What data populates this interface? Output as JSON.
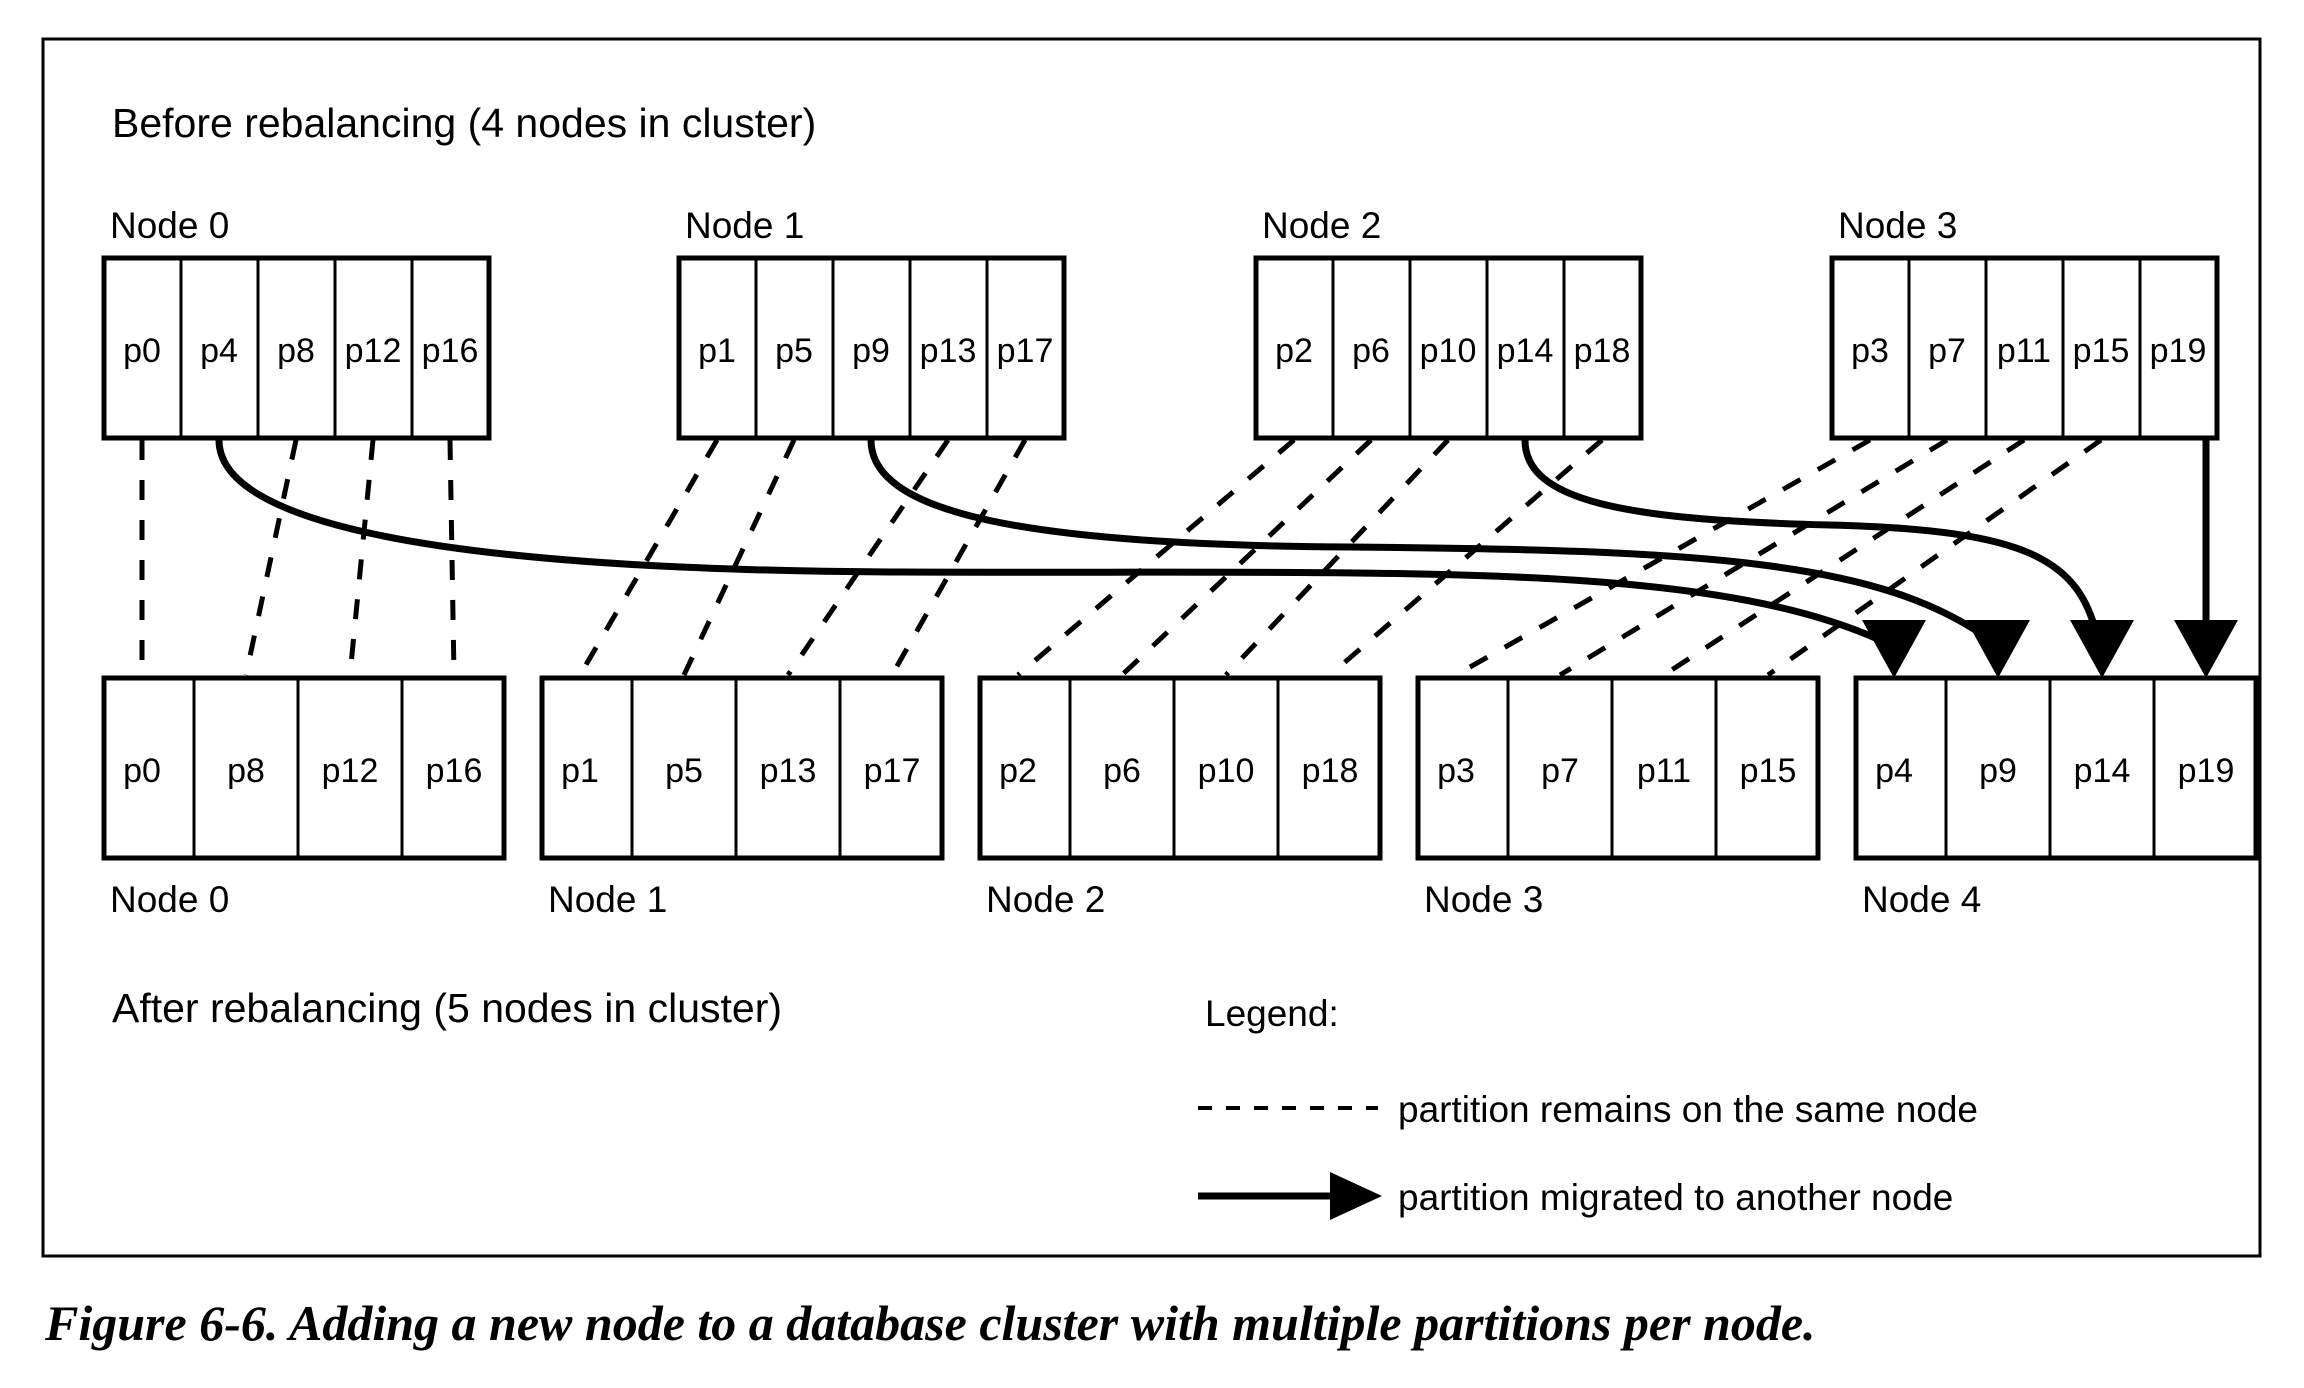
{
  "figure": {
    "caption": "Figure 6-6. Adding a new node to a database cluster with multiple partitions per node.",
    "before_heading": "Before rebalancing (4 nodes in cluster)",
    "after_heading": "After rebalancing (5 nodes in cluster)"
  },
  "before": {
    "nodes": [
      {
        "label": "Node 0",
        "partitions": [
          "p0",
          "p4",
          "p8",
          "p12",
          "p16"
        ]
      },
      {
        "label": "Node 1",
        "partitions": [
          "p1",
          "p5",
          "p9",
          "p13",
          "p17"
        ]
      },
      {
        "label": "Node 2",
        "partitions": [
          "p2",
          "p6",
          "p10",
          "p14",
          "p18"
        ]
      },
      {
        "label": "Node 3",
        "partitions": [
          "p3",
          "p7",
          "p11",
          "p15",
          "p19"
        ]
      }
    ]
  },
  "after": {
    "nodes": [
      {
        "label": "Node 0",
        "partitions": [
          "p0",
          "p8",
          "p12",
          "p16"
        ]
      },
      {
        "label": "Node 1",
        "partitions": [
          "p1",
          "p5",
          "p13",
          "p17"
        ]
      },
      {
        "label": "Node 2",
        "partitions": [
          "p2",
          "p6",
          "p10",
          "p18"
        ]
      },
      {
        "label": "Node 3",
        "partitions": [
          "p3",
          "p7",
          "p11",
          "p15"
        ]
      },
      {
        "label": "Node 4",
        "partitions": [
          "p4",
          "p9",
          "p14",
          "p19"
        ]
      }
    ]
  },
  "legend": {
    "title": "Legend:",
    "entries": [
      {
        "style": "dashed",
        "label": "partition remains on the same node"
      },
      {
        "style": "arrow",
        "label": "partition migrated to another node"
      }
    ]
  },
  "chart_data": {
    "type": "diagram",
    "title": "Adding a new node to a database cluster with multiple partitions per node",
    "before_state": {
      "node_count": 4,
      "assignments": {
        "Node 0": [
          "p0",
          "p4",
          "p8",
          "p12",
          "p16"
        ],
        "Node 1": [
          "p1",
          "p5",
          "p9",
          "p13",
          "p17"
        ],
        "Node 2": [
          "p2",
          "p6",
          "p10",
          "p14",
          "p18"
        ],
        "Node 3": [
          "p3",
          "p7",
          "p11",
          "p15",
          "p19"
        ]
      }
    },
    "after_state": {
      "node_count": 5,
      "assignments": {
        "Node 0": [
          "p0",
          "p8",
          "p12",
          "p16"
        ],
        "Node 1": [
          "p1",
          "p5",
          "p13",
          "p17"
        ],
        "Node 2": [
          "p2",
          "p6",
          "p10",
          "p18"
        ],
        "Node 3": [
          "p3",
          "p7",
          "p11",
          "p15"
        ],
        "Node 4": [
          "p4",
          "p9",
          "p14",
          "p19"
        ]
      }
    },
    "migrations": [
      {
        "partition": "p4",
        "from": "Node 0",
        "to": "Node 4"
      },
      {
        "partition": "p9",
        "from": "Node 1",
        "to": "Node 4"
      },
      {
        "partition": "p14",
        "from": "Node 2",
        "to": "Node 4"
      },
      {
        "partition": "p19",
        "from": "Node 3",
        "to": "Node 4"
      }
    ],
    "unchanged": [
      "p0",
      "p1",
      "p2",
      "p3",
      "p5",
      "p6",
      "p7",
      "p8",
      "p10",
      "p11",
      "p12",
      "p13",
      "p15",
      "p16",
      "p17",
      "p18"
    ],
    "colors": {
      "line": "#000000",
      "background": "#ffffff"
    }
  }
}
